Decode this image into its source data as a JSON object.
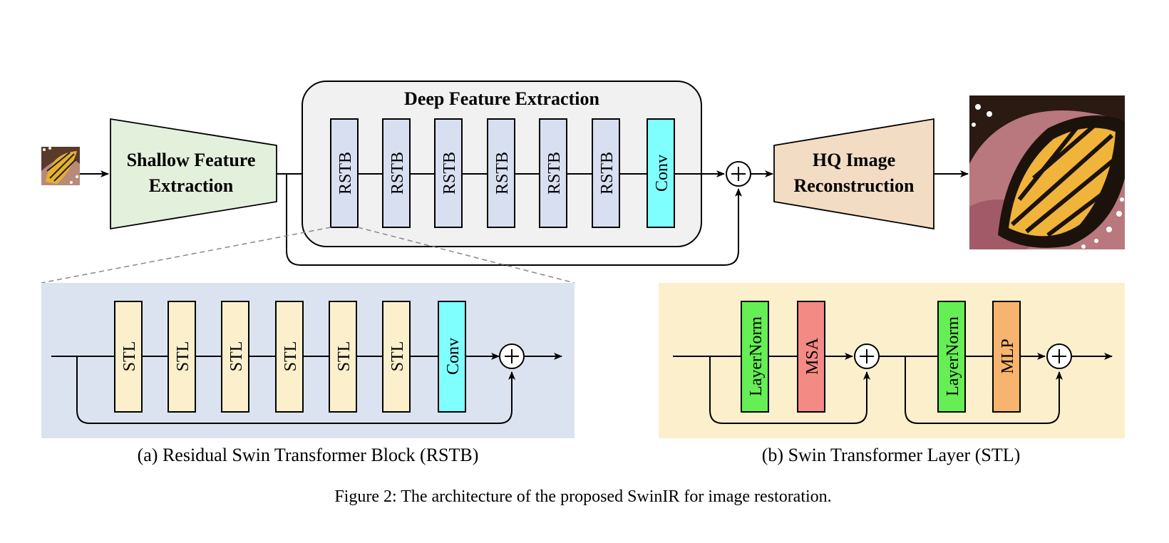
{
  "colors": {
    "shallow_fill": "#e3f0dc",
    "deep_bg": "#f1f1f1",
    "rstb_block": "#d8dff0",
    "conv_block": "#80ffff",
    "hq_fill": "#f3dcc4",
    "panel_a_bg": "#dce3f0",
    "panel_b_bg": "#fcefcc",
    "stl_block": "#fcf0cc",
    "layernorm_block": "#66ee55",
    "msa_block": "#f38a84",
    "mlp_block": "#f6b46e",
    "line": "#000000"
  },
  "top": {
    "shallow_label_1": "Shallow Feature",
    "shallow_label_2": "Extraction",
    "deep_title": "Deep Feature Extraction",
    "rstb_labels": [
      "RSTB",
      "RSTB",
      "RSTB",
      "RSTB",
      "RSTB",
      "RSTB"
    ],
    "conv_label": "Conv",
    "hq_label_1": "HQ Image",
    "hq_label_2": "Reconstruction",
    "plus_symbol": "+"
  },
  "panel_a": {
    "stl_labels": [
      "STL",
      "STL",
      "STL",
      "STL",
      "STL",
      "STL"
    ],
    "conv_label": "Conv",
    "caption": "(a) Residual Swin Transformer Block (RSTB)"
  },
  "panel_b": {
    "layernorm_1": "LayerNorm",
    "msa": "MSA",
    "layernorm_2": "LayerNorm",
    "mlp": "MLP",
    "caption": "(b) Swin Transformer Layer (STL)"
  },
  "images": {
    "input_icon": "butterfly-input-image",
    "output_icon": "butterfly-output-image"
  },
  "figure_caption": "Figure 2: The architecture of the proposed SwinIR for image restoration."
}
